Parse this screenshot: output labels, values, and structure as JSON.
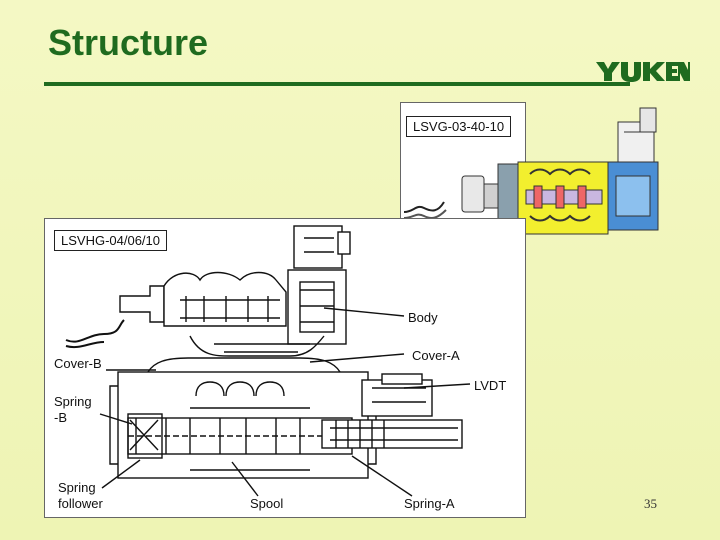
{
  "slide": {
    "title": "Structure",
    "brand": "YUKEN",
    "page_number": "35",
    "accent_color": "#1f6b1f",
    "background_color": "#f1f6bc"
  },
  "models": {
    "top": "LSVG-03-40-10",
    "main": "LSVHG-04/06/10"
  },
  "labels": {
    "body": "Body",
    "cover_a": "Cover-A",
    "cover_b": "Cover-B",
    "lvdt": "LVDT",
    "spring_b_line1": "Spring",
    "spring_b_line2": "-B",
    "spring_follower_line1": "Spring",
    "spring_follower_line2": "follower",
    "spool": "Spool",
    "spring_a": "Spring-A"
  }
}
